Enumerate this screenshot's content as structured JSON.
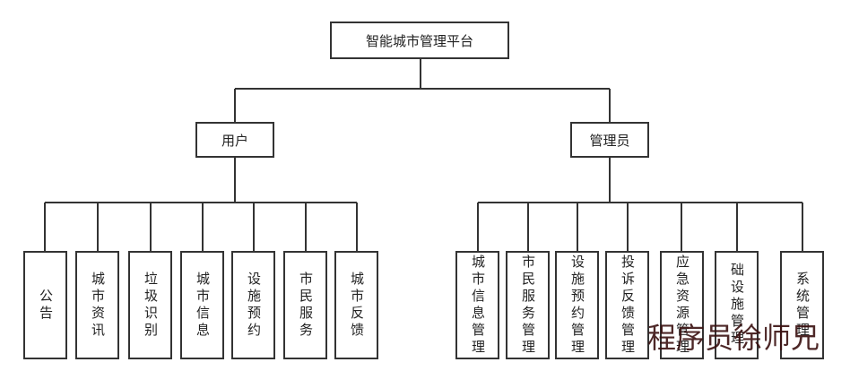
{
  "root": {
    "label": "智能城市管理平台"
  },
  "roles": [
    {
      "label": "用户",
      "children": [
        "公告",
        "城市资讯",
        "垃圾识别",
        "城市信息",
        "设施预约",
        "市民服务",
        "城市反馈"
      ]
    },
    {
      "label": "管理员",
      "children": [
        "城市信息管理",
        "市民服务管理",
        "设施预约管理",
        "投诉反馈管理",
        "应急资源管理",
        "础设施管理",
        "系统管理"
      ]
    }
  ],
  "watermark": "程序员徐师兄"
}
